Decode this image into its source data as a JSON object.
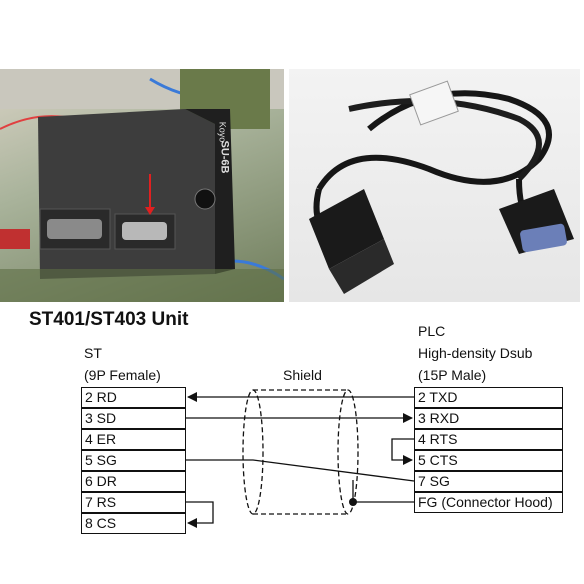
{
  "photos": {
    "left": {
      "description_icon": "st401-plc-unit-photo",
      "brand_text": "Koyo",
      "model_text": "SU-6B"
    },
    "right": {
      "description_icon": "serial-cable-photo"
    }
  },
  "title": "ST401/ST403 Unit",
  "left_connector": {
    "name": "ST",
    "type": "(9P Female)",
    "pins": [
      "2 RD",
      "3 SD",
      "4 ER",
      "5 SG",
      "6 DR",
      "7 RS",
      "8 CS"
    ]
  },
  "right_connector": {
    "name": "PLC",
    "type": "High-density Dsub",
    "subtype": "(15P Male)",
    "pins": [
      "2 TXD",
      "3 RXD",
      "4 RTS",
      "5 CTS",
      "7 SG",
      "FG (Connector Hood)"
    ]
  },
  "shield_label": "Shield"
}
